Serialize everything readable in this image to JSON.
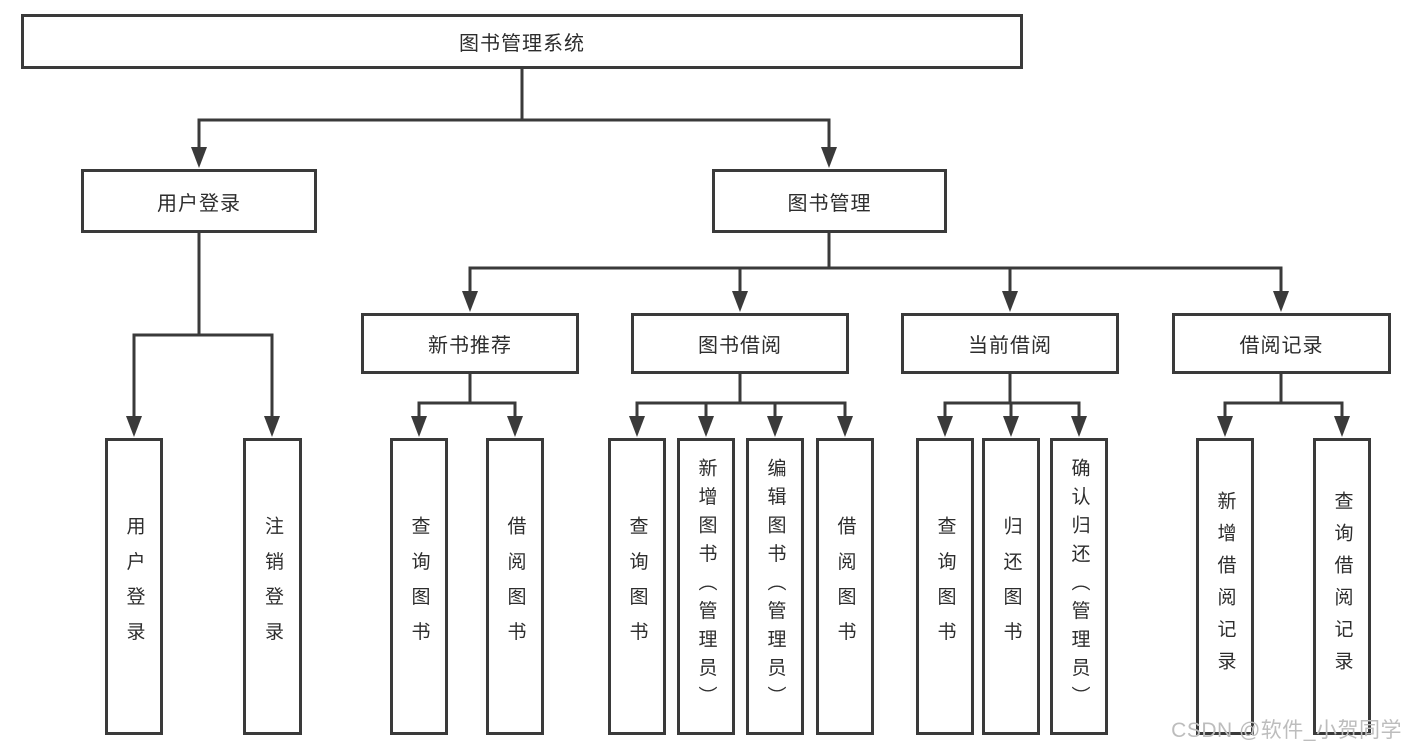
{
  "colors": {
    "line": "#3a3a3a",
    "box_border": "#3a3a3a",
    "text": "#2d2d2d",
    "background": "#ffffff",
    "watermark": "#bdbdbd"
  },
  "watermark": {
    "text": "CSDN @软件_小贺同学"
  },
  "tree": {
    "label": "图书管理系统",
    "children": [
      {
        "label": "用户登录",
        "children": [
          {
            "label": "用户登录"
          },
          {
            "label": "注销登录"
          }
        ]
      },
      {
        "label": "图书管理",
        "children": [
          {
            "label": "新书推荐",
            "children": [
              {
                "label": "查询图书"
              },
              {
                "label": "借阅图书"
              }
            ]
          },
          {
            "label": "图书借阅",
            "children": [
              {
                "label": "查询图书"
              },
              {
                "label": "新增图书（管理员）"
              },
              {
                "label": "编辑图书（管理员）"
              },
              {
                "label": "借阅图书"
              }
            ]
          },
          {
            "label": "当前借阅",
            "children": [
              {
                "label": "查询图书"
              },
              {
                "label": "归还图书"
              },
              {
                "label": "确认归还（管理员）"
              }
            ]
          },
          {
            "label": "借阅记录",
            "children": [
              {
                "label": "新增借阅记录"
              },
              {
                "label": "查询借阅记录"
              }
            ]
          }
        ]
      }
    ]
  }
}
